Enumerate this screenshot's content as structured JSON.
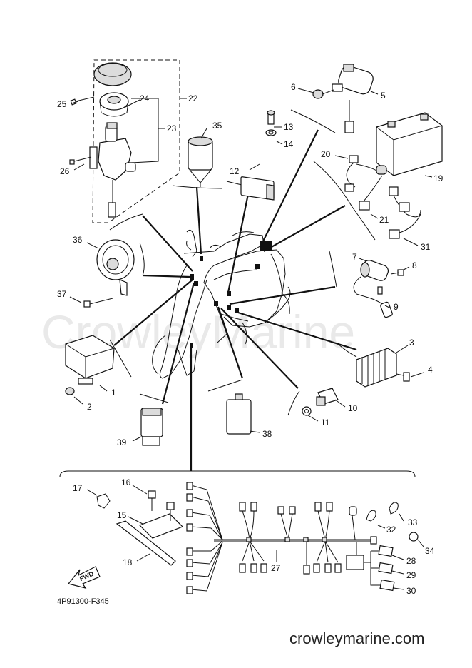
{
  "watermark": "CrowleyMarine",
  "drawing_code": "4P91300-F345",
  "site": "crowleymarine.com",
  "fwd_label": "FWD",
  "callouts": [
    {
      "id": "c1",
      "label": "1"
    },
    {
      "id": "c2",
      "label": "2"
    },
    {
      "id": "c3",
      "label": "3"
    },
    {
      "id": "c4",
      "label": "4"
    },
    {
      "id": "c5",
      "label": "5"
    },
    {
      "id": "c6",
      "label": "6"
    },
    {
      "id": "c7",
      "label": "7"
    },
    {
      "id": "c8",
      "label": "8"
    },
    {
      "id": "c9",
      "label": "9"
    },
    {
      "id": "c10",
      "label": "10"
    },
    {
      "id": "c11",
      "label": "11"
    },
    {
      "id": "c12",
      "label": "12"
    },
    {
      "id": "c13",
      "label": "13"
    },
    {
      "id": "c14",
      "label": "14"
    },
    {
      "id": "c15",
      "label": "15"
    },
    {
      "id": "c16",
      "label": "16"
    },
    {
      "id": "c17",
      "label": "17"
    },
    {
      "id": "c18",
      "label": "18"
    },
    {
      "id": "c19",
      "label": "19"
    },
    {
      "id": "c20",
      "label": "20"
    },
    {
      "id": "c21",
      "label": "21"
    },
    {
      "id": "c22",
      "label": "22"
    },
    {
      "id": "c23",
      "label": "23"
    },
    {
      "id": "c24",
      "label": "24"
    },
    {
      "id": "c25",
      "label": "25"
    },
    {
      "id": "c26",
      "label": "26"
    },
    {
      "id": "c27",
      "label": "27"
    },
    {
      "id": "c28",
      "label": "28"
    },
    {
      "id": "c29",
      "label": "29"
    },
    {
      "id": "c30",
      "label": "30"
    },
    {
      "id": "c31",
      "label": "31"
    },
    {
      "id": "c32",
      "label": "32"
    },
    {
      "id": "c33",
      "label": "33"
    },
    {
      "id": "c34",
      "label": "34"
    },
    {
      "id": "c35",
      "label": "35"
    },
    {
      "id": "c36",
      "label": "36"
    },
    {
      "id": "c37",
      "label": "37"
    },
    {
      "id": "c38",
      "label": "38"
    },
    {
      "id": "c39",
      "label": "39"
    }
  ]
}
